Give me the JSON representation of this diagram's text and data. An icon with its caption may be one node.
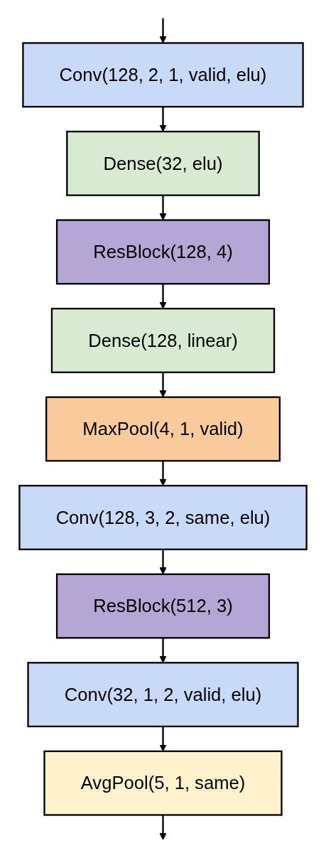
{
  "diagram": {
    "nodes": [
      {
        "text": [
          "Conv(128, 2, 1, valid, elu)"
        ]
      },
      {
        "text": [
          "Dense(32, elu)"
        ]
      },
      {
        "text": [
          "ResBlock(128, 4)"
        ]
      },
      {
        "text": [
          "Dense(128, linear)"
        ]
      },
      {
        "text": [
          "MaxPool(4, 1, valid)"
        ]
      },
      {
        "text": [
          "Conv(128, 3, 2, same, elu)"
        ]
      },
      {
        "text": [
          "ResBlock(512, 3)"
        ]
      },
      {
        "text": [
          "Conv(32, 1, 2, valid, elu)"
        ]
      },
      {
        "text": [
          "AvgPool(5, 1, same)"
        ]
      }
    ],
    "edges": [
      {
        "from": null,
        "to": 0,
        "arrow": "to"
      },
      {
        "from": 0,
        "to": 1,
        "arrow": "to"
      },
      {
        "from": 1,
        "to": 2,
        "arrow": "to"
      },
      {
        "from": 2,
        "to": 3,
        "arrow": "to"
      },
      {
        "from": 3,
        "to": 4,
        "arrow": "to"
      },
      {
        "from": 4,
        "to": 5,
        "arrow": "to"
      },
      {
        "from": 5,
        "to": 6,
        "arrow": "to"
      },
      {
        "from": 6,
        "to": 7,
        "arrow": "to"
      },
      {
        "from": 7,
        "to": 8,
        "arrow": "to"
      },
      {
        "from": 8,
        "to": null,
        "arrow": "to"
      }
    ]
  }
}
